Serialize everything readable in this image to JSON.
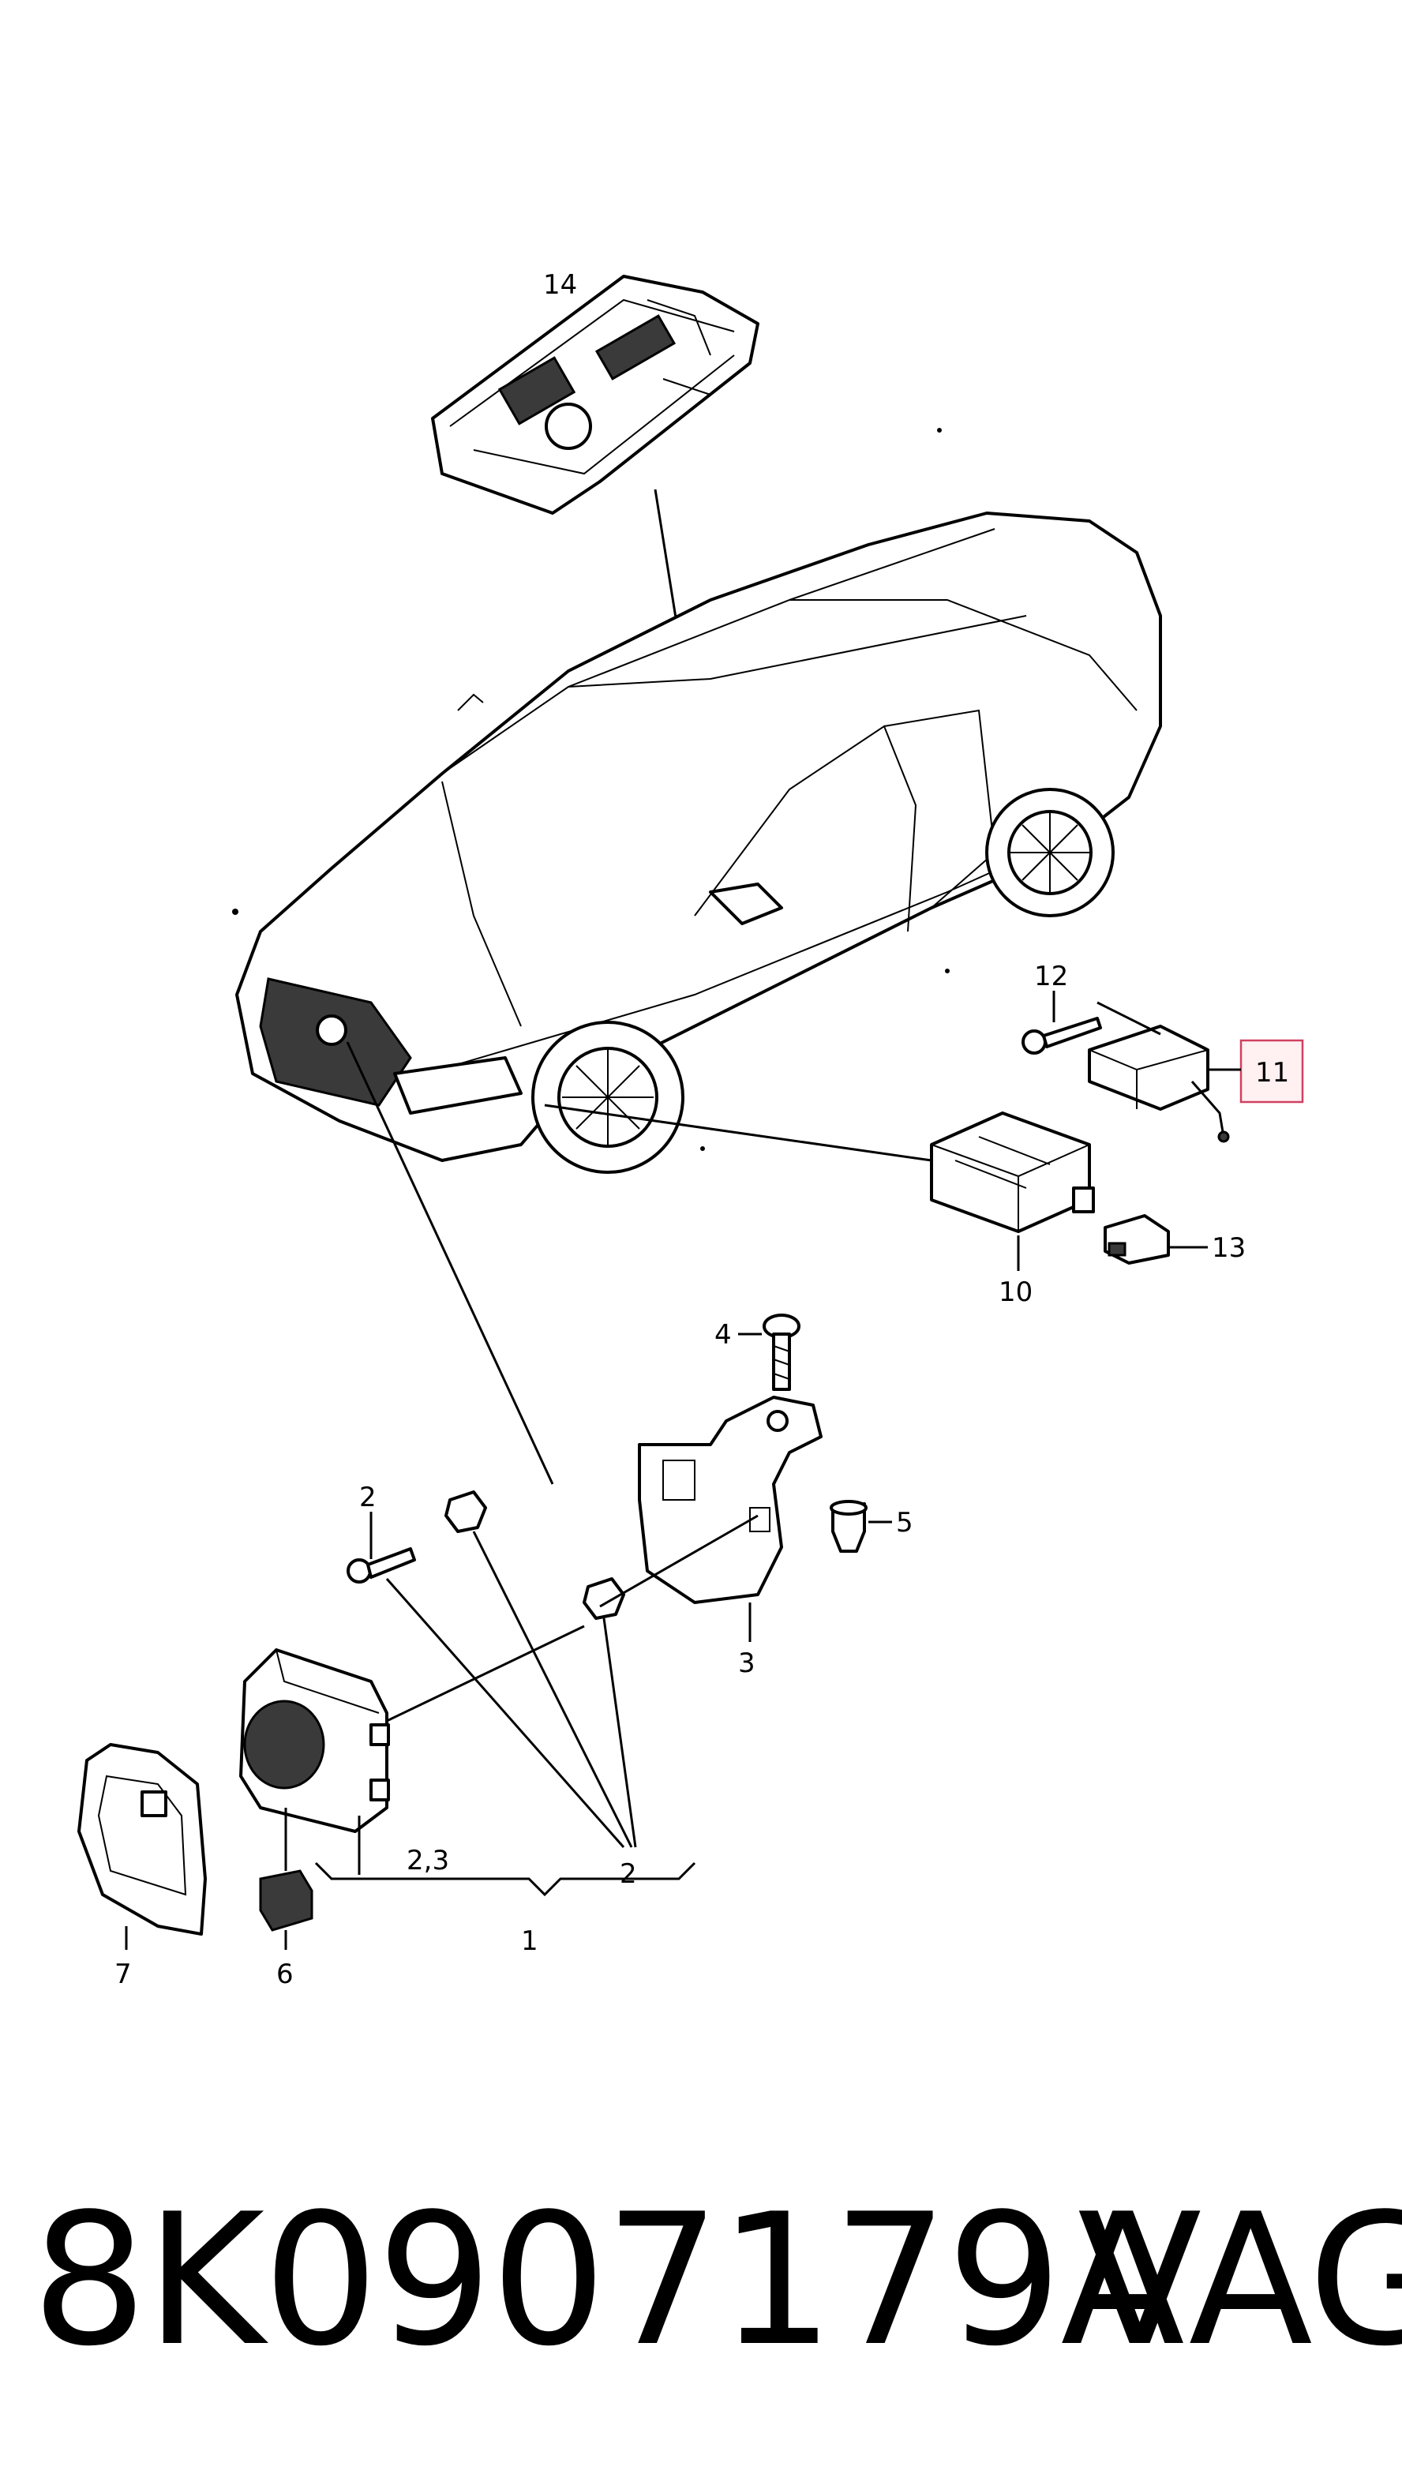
{
  "callouts": {
    "c1": "1",
    "c2a": "2",
    "c2b": "2",
    "c23": "2,3",
    "c3": "3",
    "c4": "4",
    "c5": "5",
    "c6": "6",
    "c7": "7",
    "c10": "10",
    "c11": "11",
    "c12": "12",
    "c13": "13",
    "c14": "14"
  },
  "highlighted_callout": "11",
  "highlight_color": "#d04060",
  "caption": {
    "part_number": "8K0907179A",
    "brand": "VAG"
  }
}
